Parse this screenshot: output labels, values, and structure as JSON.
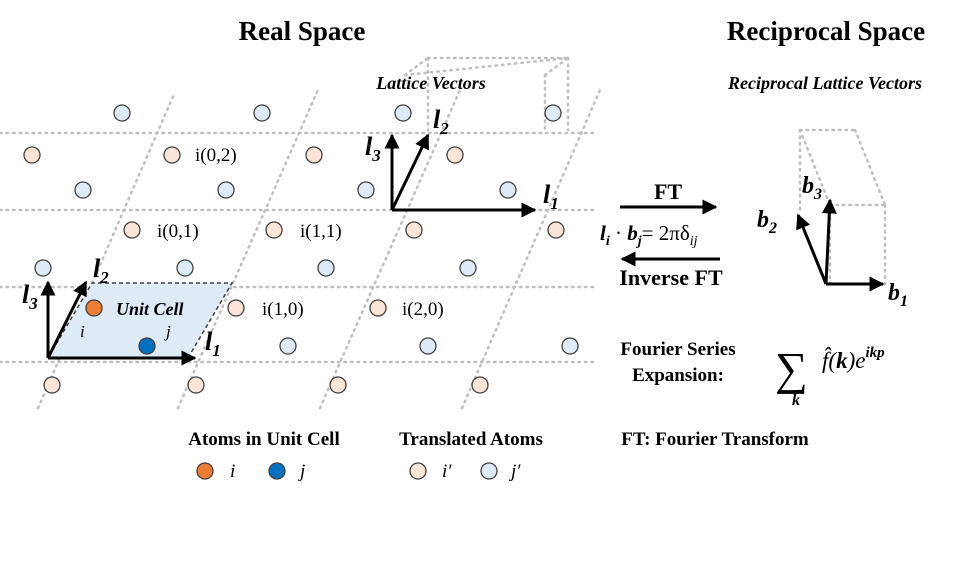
{
  "titles": {
    "real_space": "Real Space",
    "reciprocal_space": "Reciprocal Space"
  },
  "subtitles": {
    "lattice_vectors": "Lattice Vectors",
    "reciprocal_lattice_vectors": "Reciprocal Lattice Vectors"
  },
  "vectors": {
    "l1": "l",
    "l2": "l",
    "l3": "l",
    "sub1": "1",
    "sub2": "2",
    "sub3": "3",
    "b": "b"
  },
  "labels": {
    "unit_cell": "Unit Cell",
    "atom_i": "i",
    "atom_j": "j",
    "i02": "i(0,2)",
    "i01": "i(0,1)",
    "i11": "i(1,1)",
    "i10": "i(1,0)",
    "i20": "i(2,0)"
  },
  "transform": {
    "ft": "FT",
    "inverse_ft": "Inverse FT",
    "relation_rhs": "= 2πδ",
    "relation_sub": "ij",
    "fourier_line1": "Fourier Series",
    "fourier_line2": "Expansion:",
    "sum_symbol": "∑",
    "sum_index": "k",
    "f_hat": "f̂(",
    "k_bold": "k",
    "close_e": ")e",
    "exponent": "ikp"
  },
  "legend": {
    "atoms_in_unit_cell": "Atoms in Unit Cell",
    "translated_atoms": "Translated Atoms",
    "ft_definition": "FT: Fourier Transform",
    "i": "i",
    "j": "j",
    "i_prime": "i′",
    "j_prime": "j′"
  },
  "colors": {
    "atom_i": "#ED7D31",
    "atom_j": "#0070C0",
    "atom_i_prime": "#FBE5D6",
    "atom_j_prime": "#DEEBF7",
    "atom_stroke": "#404040",
    "unit_cell_fill": "#DEEBF7",
    "grid": "#BFBFBF"
  }
}
